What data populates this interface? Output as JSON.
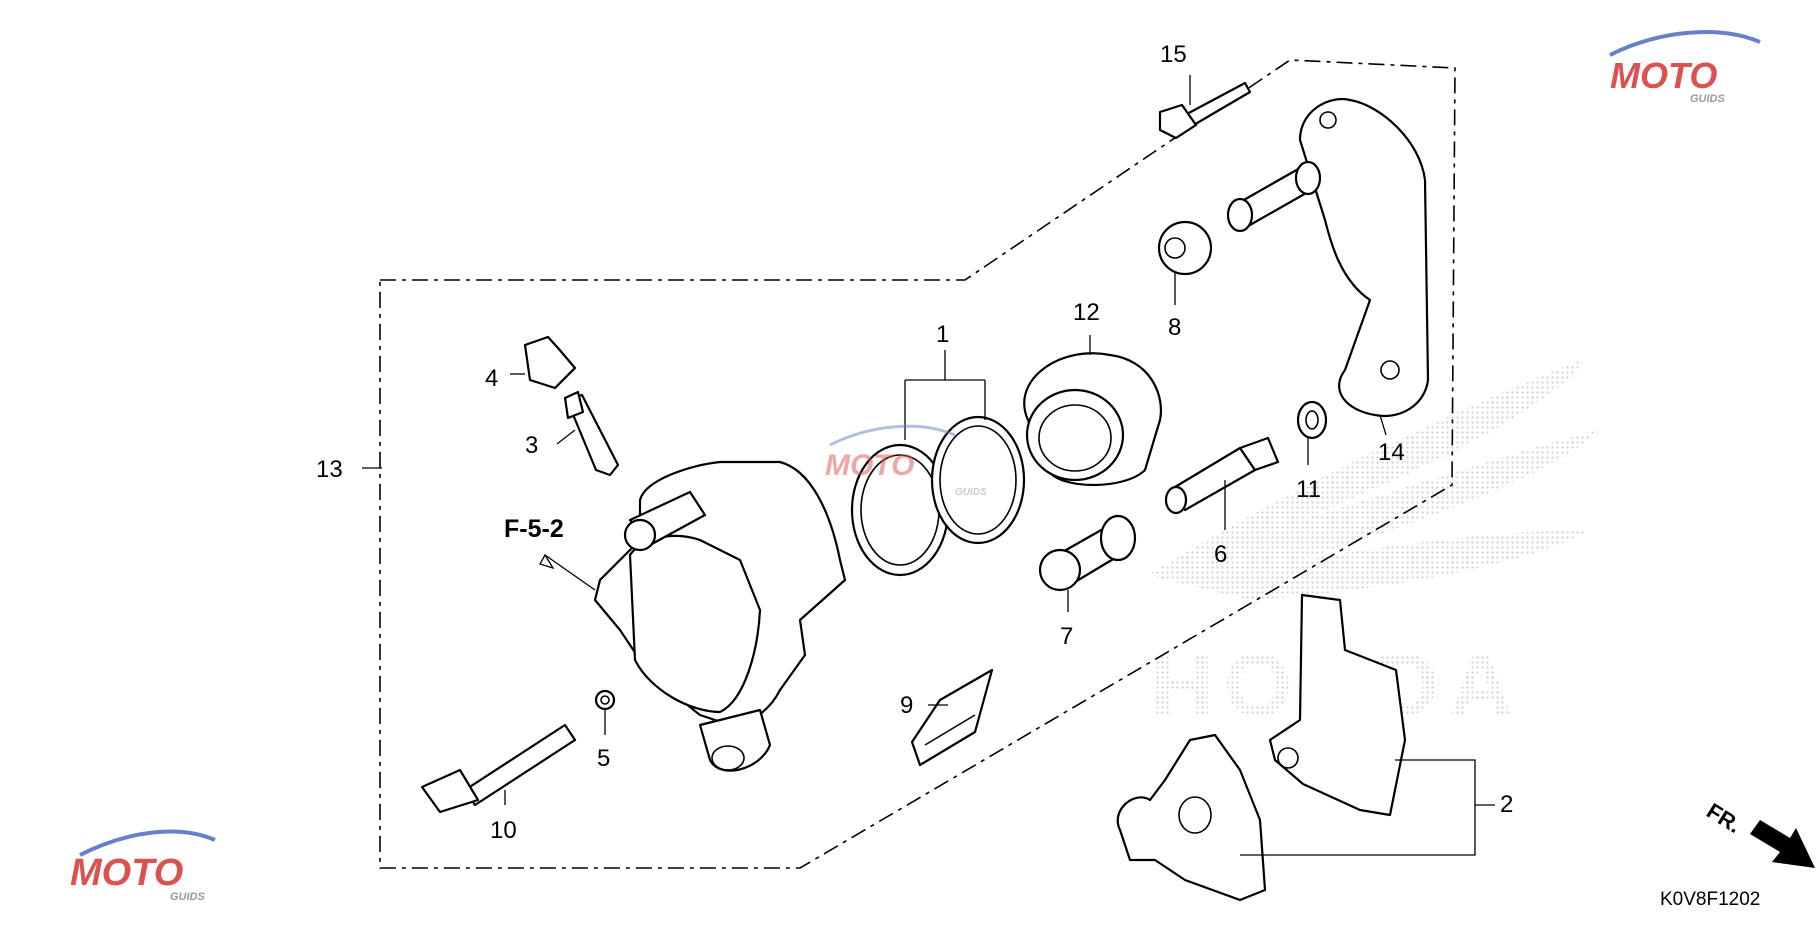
{
  "diagram": {
    "callouts": [
      "1",
      "2",
      "3",
      "4",
      "5",
      "6",
      "7",
      "8",
      "9",
      "10",
      "11",
      "12",
      "13",
      "14",
      "15"
    ],
    "reference_label": "F-5-2",
    "drawing_code": "K0V8F1202",
    "direction_label": "FR.",
    "watermark": {
      "brand": "MOTO",
      "sub": "GUIDS",
      "colors": {
        "red": "#d9534f",
        "blue": "#6a7fc9",
        "gray": "#9a9a9a"
      }
    },
    "background_logo_text": "HONDA",
    "line_color": "#000000"
  }
}
